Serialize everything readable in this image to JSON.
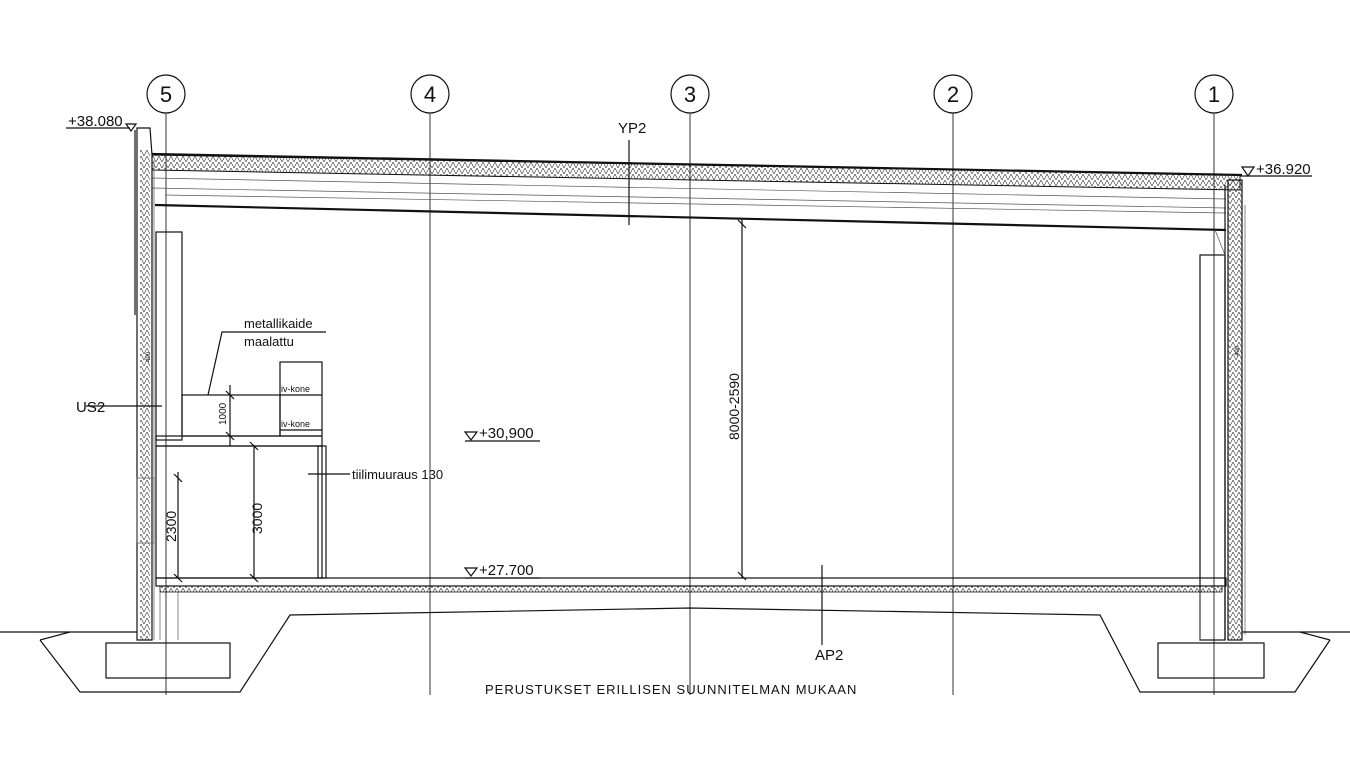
{
  "grid_axes": [
    "5",
    "4",
    "3",
    "2",
    "1"
  ],
  "levels": {
    "top_left": "+38.080",
    "top_right": "+36.920",
    "mid": "+30,900",
    "floor": "+27.700"
  },
  "labels": {
    "roof": "YP2",
    "wall": "US2",
    "floor": "AP2",
    "cladding_line1": "metallikaide",
    "cladding_line2": "maalattu",
    "unit_upper": "iv-kone",
    "unit_lower": "iv-kone",
    "masonry": "tiilimuuraus 130",
    "wall_thickness_left": "400",
    "wall_thickness_right": "400",
    "foundation_note": "PERUSTUKSET ERILLISEN SUUNNITELMAN MUKAAN"
  },
  "dimensions": {
    "platform_height": "1000",
    "room_height_a": "2300",
    "room_height_b": "3000",
    "hall_height": "8000-2590"
  }
}
